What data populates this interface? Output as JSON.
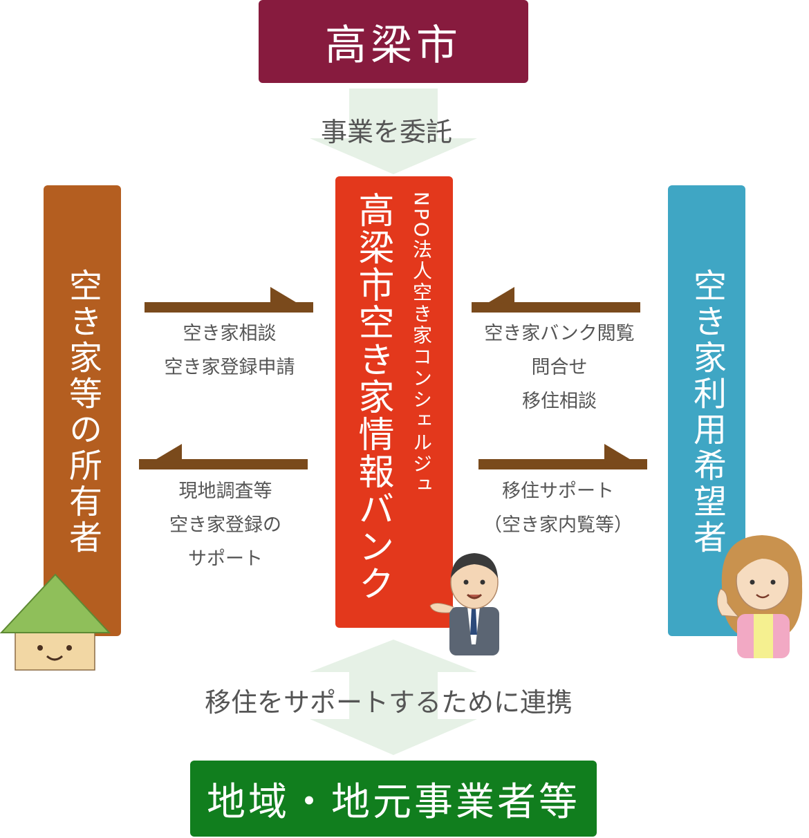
{
  "top_box": {
    "label": "高梁市",
    "color": "#871b3e"
  },
  "delegation_label": "事業を委託",
  "center_box": {
    "title": "高梁市空き家情報バンク",
    "subtitle": "NPO法人空き家コンシェルジュ",
    "color": "#e3381c"
  },
  "left_box": {
    "label": "空き家等の所有者",
    "color": "#b45e20"
  },
  "right_box": {
    "label": "空き家利用希望者",
    "color": "#3fa6c4"
  },
  "left_to_center": {
    "lines": [
      "空き家相談",
      "空き家登録申請"
    ]
  },
  "center_to_left": {
    "lines": [
      "現地調査等",
      "空き家登録の",
      "サポート"
    ]
  },
  "right_to_center": {
    "lines": [
      "空き家バンク閲覧",
      "問合せ",
      "移住相談"
    ]
  },
  "center_to_right": {
    "lines": [
      "移住サポート",
      "（空き家内覧等）"
    ]
  },
  "cooperation_label": "移住をサポートするために連携",
  "bottom_box": {
    "label": "地域・地元事業者等",
    "color": "#117e1e"
  },
  "arrow_color": "#7a4a1c",
  "flow_arrow_color": "#e6f1e6"
}
